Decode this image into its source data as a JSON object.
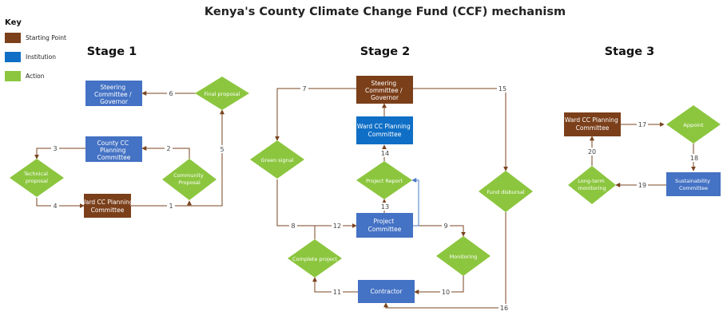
{
  "title": "Kenya's County Climate Change Fund (CCF) mechanism",
  "key": {
    "heading": "Key",
    "items": [
      {
        "label": "Starting Point",
        "color": "#7B3F1A"
      },
      {
        "label": "Institution",
        "color": "#0F6FC6"
      },
      {
        "label": "Action",
        "color": "#8CC63F"
      }
    ]
  },
  "stages": {
    "s1": "Stage 1",
    "s2": "Stage 2",
    "s3": "Stage 3"
  },
  "colors": {
    "starting_point": "#7B3F1A",
    "institution": "#4472C4",
    "action": "#8CC63F",
    "edge": "#7A4420",
    "edge_alt": "#4A78C8"
  },
  "nodes": {
    "s1_steering": [
      "Steering",
      "Committee /",
      "Governor"
    ],
    "s1_county": [
      "County CC",
      "Planning",
      "Committee"
    ],
    "s1_ward": [
      "Ward CC Planning",
      "Committee"
    ],
    "s1_final": [
      "Final proposal"
    ],
    "s1_community": [
      "Community",
      "Proposal"
    ],
    "s1_technical": [
      "Technical",
      "proposal"
    ],
    "s2_steering": [
      "Steering",
      "Committee /",
      "Governor"
    ],
    "s2_ward": [
      "Ward CC Planning",
      "Committee"
    ],
    "s2_report": [
      "Project Report"
    ],
    "s2_project": [
      "Project",
      "Committee"
    ],
    "s2_green": [
      "Green signal"
    ],
    "s2_fund": [
      "Fund disbursal"
    ],
    "s2_complete": [
      "Complete project"
    ],
    "s2_monitoring": [
      "Monitoring"
    ],
    "s2_contractor": [
      "Contractor"
    ],
    "s3_ward": [
      "Ward CC Planning",
      "Committee"
    ],
    "s3_appoint": [
      "Appoint"
    ],
    "s3_longterm": [
      "Long-term",
      "monitoring"
    ],
    "s3_sustain": [
      "Sustainability",
      "Committee"
    ]
  },
  "edges": {
    "e1": "1",
    "e2": "2",
    "e3": "3",
    "e4": "4",
    "e5": "5",
    "e6": "6",
    "e7": "7",
    "e8": "8",
    "e9": "9",
    "e10": "10",
    "e11": "11",
    "e12": "12",
    "e13": "13",
    "e14": "14",
    "e15": "15",
    "e16": "16",
    "e17": "17",
    "e18": "18",
    "e19": "19",
    "e20": "20"
  }
}
